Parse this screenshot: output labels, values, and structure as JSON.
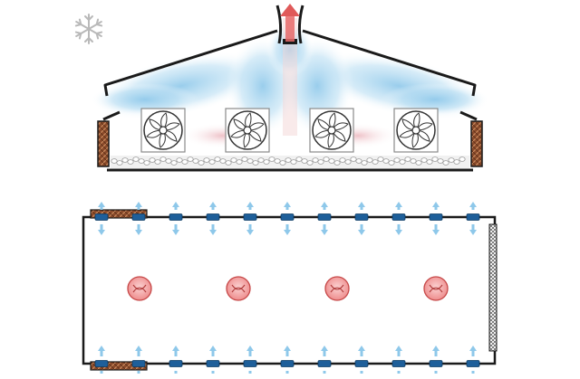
{
  "diagram": {
    "view_top": "cross-section",
    "view_bottom": "plan",
    "icons": {
      "season": "snowflake-icon",
      "fan": "fan-icon",
      "cooling_pad": "cooling-pad-icon",
      "chimney": "ridge-chimney-icon",
      "inlet": "side-inlet-icon"
    },
    "counts": {
      "section_fans": 4,
      "plan_fans": 4,
      "inlets_per_side": 11
    },
    "colors": {
      "cool_air": "#8ec8ea",
      "warm_air": "#e05a5a",
      "fan_disc": "#f3a6a6",
      "pad": "#8a4a2a",
      "inlet": "#1e5f9a",
      "outline": "#1a1a1a"
    }
  }
}
